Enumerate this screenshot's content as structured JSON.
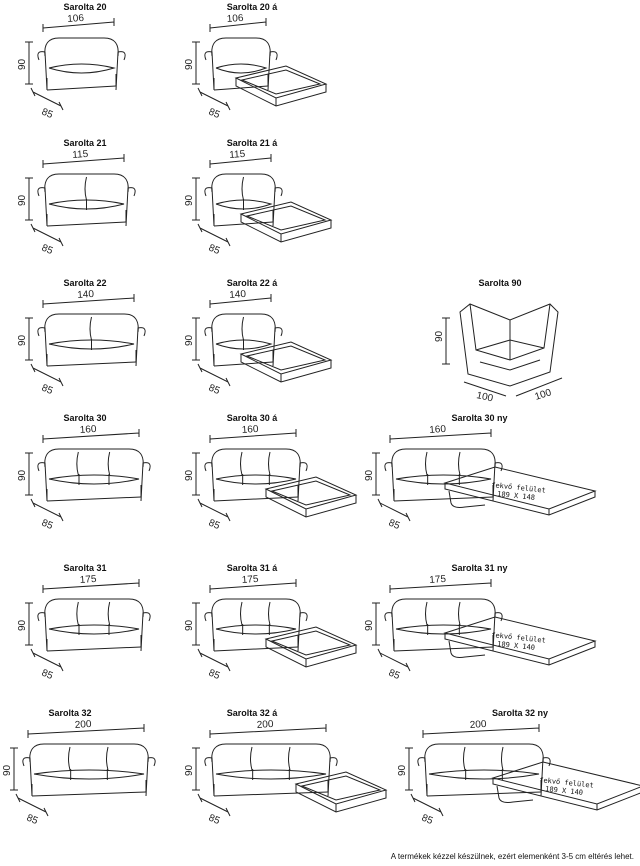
{
  "products": [
    {
      "id": "sarolta-20",
      "title": "Sarolta 20",
      "width": "106",
      "height": "90",
      "depth": "85"
    },
    {
      "id": "sarolta-20a",
      "title": "Sarolta 20 á",
      "width": "106",
      "height": "90",
      "depth": "85"
    },
    {
      "id": "sarolta-21",
      "title": "Sarolta 21",
      "width": "115",
      "height": "90",
      "depth": "85"
    },
    {
      "id": "sarolta-21a",
      "title": "Sarolta 21 á",
      "width": "115",
      "height": "90",
      "depth": "85"
    },
    {
      "id": "sarolta-22",
      "title": "Sarolta 22",
      "width": "140",
      "height": "90",
      "depth": "85"
    },
    {
      "id": "sarolta-22a",
      "title": "Sarolta 22 á",
      "width": "140",
      "height": "90",
      "depth": "85"
    },
    {
      "id": "sarolta-90",
      "title": "Sarolta 90",
      "width": "100",
      "height": "90",
      "depth": "100"
    },
    {
      "id": "sarolta-30",
      "title": "Sarolta 30",
      "width": "160",
      "height": "90",
      "depth": "85"
    },
    {
      "id": "sarolta-30a",
      "title": "Sarolta 30 á",
      "width": "160",
      "height": "90",
      "depth": "85"
    },
    {
      "id": "sarolta-30ny",
      "title": "Sarolta 30 ny",
      "width": "160",
      "height": "90",
      "depth": "85",
      "bed_label": "fekvő felület",
      "bed_size": "189 X 148"
    },
    {
      "id": "sarolta-31",
      "title": "Sarolta 31",
      "width": "175",
      "height": "90",
      "depth": "85"
    },
    {
      "id": "sarolta-31a",
      "title": "Sarolta 31 á",
      "width": "175",
      "height": "90",
      "depth": "85"
    },
    {
      "id": "sarolta-31ny",
      "title": "Sarolta 31 ny",
      "width": "175",
      "height": "90",
      "depth": "85",
      "bed_label": "fekvő felület",
      "bed_size": "189 X 140"
    },
    {
      "id": "sarolta-32",
      "title": "Sarolta 32",
      "width": "200",
      "height": "90",
      "depth": "85"
    },
    {
      "id": "sarolta-32a",
      "title": "Sarolta 32 á",
      "width": "200",
      "height": "90",
      "depth": "85"
    },
    {
      "id": "sarolta-32ny",
      "title": "Sarolta 32 ny",
      "width": "200",
      "height": "90",
      "depth": "85",
      "bed_label": "fekvő felület",
      "bed_size": "189 X 140"
    }
  ],
  "footnote": "A termékek kézzel készülnek, ezért elemenként 3-5 cm eltérés lehet."
}
